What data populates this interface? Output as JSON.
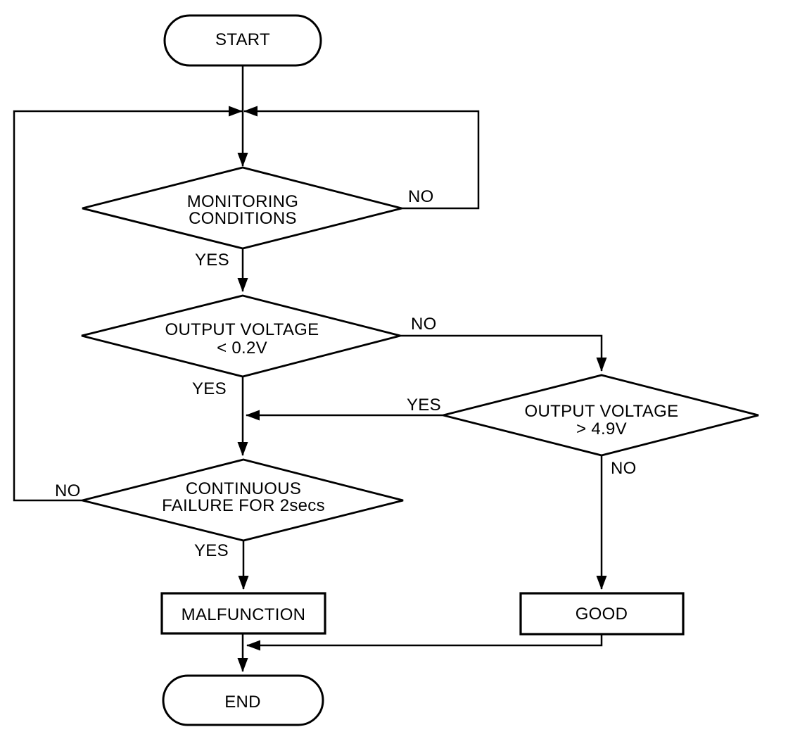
{
  "colors": {
    "ink": "#000000",
    "background": "#ffffff"
  },
  "flowchart": {
    "start": {
      "label": "START"
    },
    "decisions": {
      "monitoring": {
        "line1": "MONITORING",
        "line2": "CONDITIONS",
        "yes": "YES",
        "no": "NO"
      },
      "voltage_low": {
        "line1": "OUTPUT VOLTAGE",
        "line2": "< 0.2V",
        "yes": "YES",
        "no": "NO"
      },
      "voltage_high": {
        "line1": "OUTPUT VOLTAGE",
        "line2": "> 4.9V",
        "yes": "YES",
        "no": "NO"
      },
      "continuous_failure": {
        "line1": "CONTINUOUS",
        "line2": "FAILURE FOR 2secs",
        "yes": "YES",
        "no": "NO"
      }
    },
    "results": {
      "malfunction": {
        "label": "MALFUNCTION"
      },
      "good": {
        "label": "GOOD"
      }
    },
    "end": {
      "label": "END"
    }
  }
}
